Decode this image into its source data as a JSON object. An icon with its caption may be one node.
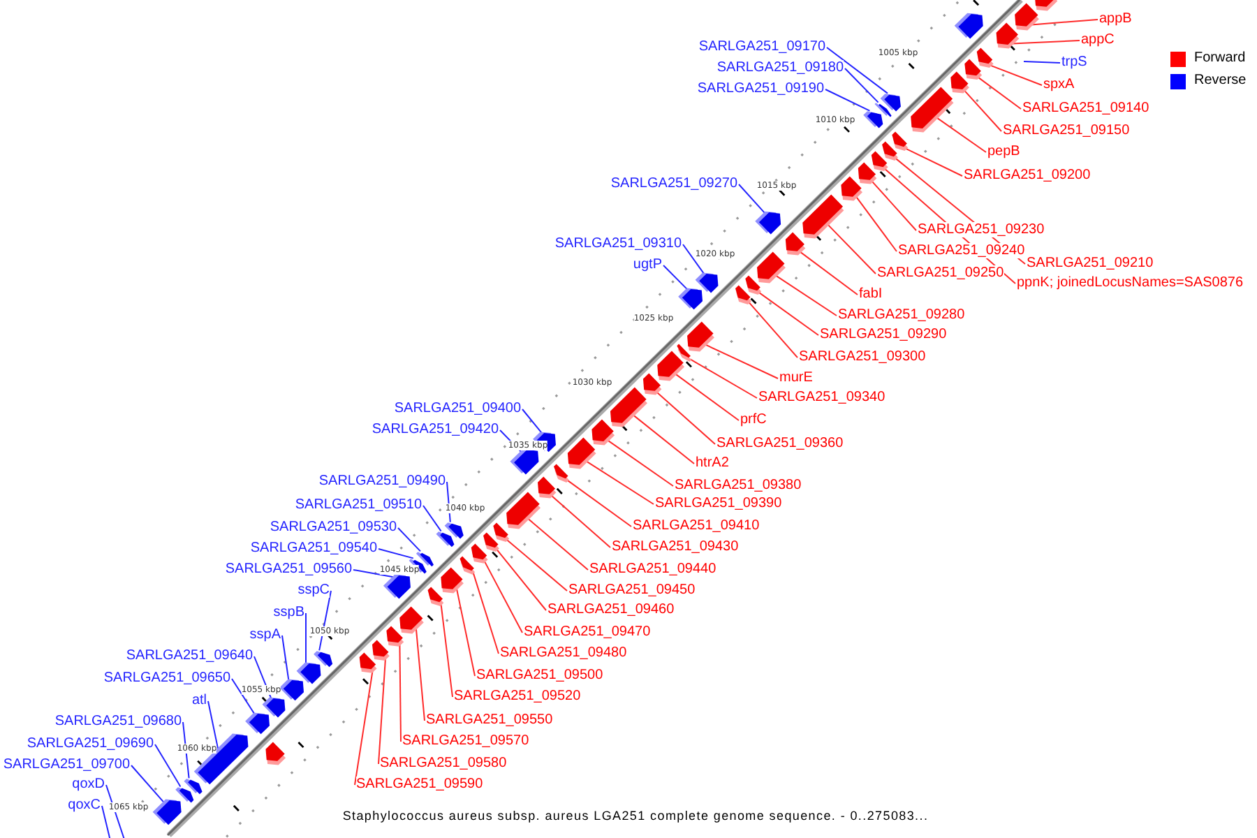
{
  "diagram": {
    "caption": "Staphylococcus aureus subsp. aureus LGA251 complete genome sequence. - 0..275083...",
    "nodes": [
      {
        "text": [
          "appB"
        ]
      },
      {
        "text": [
          "appC"
        ]
      },
      {
        "text": [
          "SARLGA251_09170"
        ]
      },
      {
        "text": [
          "trpS"
        ]
      },
      {
        "text": [
          "SARLGA251_09180"
        ]
      },
      {
        "text": [
          "spxA"
        ]
      },
      {
        "text": [
          "SARLGA251_09190"
        ]
      },
      {
        "text": [
          "SARLGA251_09140"
        ]
      },
      {
        "text": [
          "SARLGA251_09150"
        ]
      },
      {
        "text": [
          "pepB"
        ]
      },
      {
        "text": [
          "SARLGA251_09200"
        ]
      },
      {
        "text": [
          "SARLGA251_09270"
        ]
      },
      {
        "text": [
          "SARLGA251_09230"
        ]
      },
      {
        "text": [
          "SARLGA251_09310"
        ]
      },
      {
        "text": [
          "SARLGA251_09240"
        ]
      },
      {
        "text": [
          "SARLGA251_09210"
        ]
      },
      {
        "text": [
          "ugtP"
        ]
      },
      {
        "text": [
          "SARLGA251_09250"
        ]
      },
      {
        "text": [
          "ppnK; joinedLocusNames=SAS0876"
        ]
      },
      {
        "text": [
          "fabI"
        ]
      },
      {
        "text": [
          "SARLGA251_09280"
        ]
      },
      {
        "text": [
          "SARLGA251_09290"
        ]
      },
      {
        "text": [
          "SARLGA251_09300"
        ]
      },
      {
        "text": [
          "murE"
        ]
      },
      {
        "text": [
          "SARLGA251_09340"
        ]
      },
      {
        "text": [
          "SARLGA251_09400"
        ]
      },
      {
        "text": [
          "prfC"
        ]
      },
      {
        "text": [
          "SARLGA251_09420"
        ]
      },
      {
        "text": [
          "SARLGA251_09360"
        ]
      },
      {
        "text": [
          "htrA2"
        ]
      },
      {
        "text": [
          "SARLGA251_09490"
        ]
      },
      {
        "text": [
          "SARLGA251_09380"
        ]
      },
      {
        "text": [
          "SARLGA251_09390"
        ]
      },
      {
        "text": [
          "SARLGA251_09510"
        ]
      },
      {
        "text": [
          "SARLGA251_09410"
        ]
      },
      {
        "text": [
          "SARLGA251_09530"
        ]
      },
      {
        "text": [
          "SARLGA251_09430"
        ]
      },
      {
        "text": [
          "SARLGA251_09540"
        ]
      },
      {
        "text": [
          "SARLGA251_09440"
        ]
      },
      {
        "text": [
          "SARLGA251_09560"
        ]
      },
      {
        "text": [
          "SARLGA251_09450"
        ]
      },
      {
        "text": [
          "sspC"
        ]
      },
      {
        "text": [
          "SARLGA251_09460"
        ]
      },
      {
        "text": [
          "sspB"
        ]
      },
      {
        "text": [
          "SARLGA251_09470"
        ]
      },
      {
        "text": [
          "sspA"
        ]
      },
      {
        "text": [
          "SARLGA251_09480"
        ]
      },
      {
        "text": [
          "SARLGA251_09640"
        ]
      },
      {
        "text": [
          "SARLGA251_09500"
        ]
      },
      {
        "text": [
          "SARLGA251_09650"
        ]
      },
      {
        "text": [
          "SARLGA251_09520"
        ]
      },
      {
        "text": [
          "atl"
        ]
      },
      {
        "text": [
          "SARLGA251_09550"
        ]
      },
      {
        "text": [
          "SARLGA251_09680"
        ]
      },
      {
        "text": [
          "SARLGA251_09570"
        ]
      },
      {
        "text": [
          "SARLGA251_09690"
        ]
      },
      {
        "text": [
          "SARLGA251_09580"
        ]
      },
      {
        "text": [
          "SARLGA251_09700"
        ]
      },
      {
        "text": [
          "SARLGA251_09590"
        ]
      },
      {
        "text": [
          "qoxD"
        ]
      },
      {
        "text": [
          "qoxC"
        ]
      },
      {
        "text": [],
        "shape": "pentagon"
      },
      {
        "text": [],
        "shape": "pentagon"
      },
      {
        "text": [],
        "shape": "pentagon"
      },
      {
        "text": [],
        "shape": "pentagon"
      },
      {
        "text": [],
        "shape": "pentagon"
      },
      {
        "text": [],
        "shape": "pentagon"
      },
      {
        "text": [],
        "shape": "pentagon"
      },
      {
        "text": [],
        "shape": "pentagon"
      },
      {
        "text": [],
        "shape": "pentagon"
      },
      {
        "text": [],
        "shape": "pentagon"
      },
      {
        "text": [],
        "shape": "pentagon"
      },
      {
        "text": [],
        "shape": "pentagon"
      },
      {
        "text": [],
        "shape": "pentagon"
      },
      {
        "text": [],
        "shape": "pentagon"
      },
      {
        "text": [],
        "shape": "pentagon"
      },
      {
        "text": [],
        "shape": "pentagon"
      },
      {
        "text": [],
        "shape": "pentagon"
      },
      {
        "text": [],
        "shape": "pentagon"
      },
      {
        "text": [],
        "shape": "pentagon"
      },
      {
        "text": [],
        "shape": "pentagon"
      },
      {
        "text": [],
        "shape": "pentagon"
      },
      {
        "text": [],
        "shape": "pentagon"
      },
      {
        "text": [],
        "shape": "pentagon"
      },
      {
        "text": [],
        "shape": "pentagon"
      },
      {
        "text": [],
        "shape": "pentagon"
      },
      {
        "text": [],
        "shape": "pentagon"
      },
      {
        "text": [],
        "shape": "pentagon"
      },
      {
        "text": [],
        "shape": "pentagon"
      },
      {
        "text": [],
        "shape": "pentagon"
      },
      {
        "text": [],
        "shape": "pentagon"
      },
      {
        "text": [],
        "shape": "pentagon"
      },
      {
        "text": [],
        "shape": "pentagon"
      },
      {
        "text": [],
        "shape": "pentagon"
      },
      {
        "text": [],
        "shape": "pentagon"
      },
      {
        "text": [],
        "shape": "pentagon"
      },
      {
        "text": [],
        "shape": "pentagon"
      },
      {
        "text": [],
        "shape": "pentagon"
      },
      {
        "text": [],
        "shape": "pentagon"
      },
      {
        "text": [],
        "shape": "pentagon"
      },
      {
        "text": [],
        "shape": "pentagon"
      },
      {
        "text": [],
        "shape": "pentagon"
      },
      {
        "text": [],
        "shape": "pentagon"
      },
      {
        "text": [],
        "shape": "pentagon"
      },
      {
        "text": [],
        "shape": "pentagon"
      },
      {
        "text": [],
        "shape": "pentagon"
      },
      {
        "text": [],
        "shape": "pentagon"
      },
      {
        "text": [],
        "shape": "pentagon"
      },
      {
        "text": [],
        "shape": "pentagon"
      },
      {
        "text": [],
        "shape": "pentagon"
      },
      {
        "text": [],
        "shape": "pentagon"
      },
      {
        "text": [],
        "shape": "pentagon"
      },
      {
        "text": [],
        "shape": "pentagon"
      },
      {
        "text": [],
        "shape": "pentagon"
      },
      {
        "text": [],
        "shape": "pentagon"
      },
      {
        "text": [],
        "shape": "pentagon"
      },
      {
        "text": [],
        "shape": "pentagon"
      },
      {
        "text": [],
        "shape": "pentagon"
      },
      {
        "text": [],
        "shape": "pentagon"
      },
      {
        "text": [],
        "shape": "pentagon"
      },
      {
        "text": [],
        "shape": "pentagon"
      },
      {
        "text": [],
        "shape": "pentagon"
      }
    ],
    "edges": [
      {
        "from": 0,
        "to": 62,
        "arrow": "none"
      },
      {
        "from": 1,
        "to": 63,
        "arrow": "none"
      },
      {
        "from": 2,
        "to": 69,
        "arrow": "none",
        "color": "#2424ff"
      },
      {
        "from": 3,
        "to": null,
        "arrow": "none",
        "color": "#2424ff"
      },
      {
        "from": 4,
        "to": 70,
        "arrow": "none",
        "color": "#2424ff"
      },
      {
        "from": 5,
        "to": 65,
        "arrow": "none"
      },
      {
        "from": 6,
        "to": 71,
        "arrow": "none",
        "color": "#2424ff"
      },
      {
        "from": 7,
        "to": 66,
        "arrow": "none"
      },
      {
        "from": 8,
        "to": 67,
        "arrow": "none"
      },
      {
        "from": 9,
        "to": 68,
        "arrow": "none"
      },
      {
        "from": 10,
        "to": 72,
        "arrow": "none"
      },
      {
        "from": 11,
        "to": 78,
        "arrow": "none",
        "color": "#2424ff"
      },
      {
        "from": 12,
        "to": 75,
        "arrow": "none"
      },
      {
        "from": 13,
        "to": 83,
        "arrow": "none",
        "color": "#2424ff"
      },
      {
        "from": 14,
        "to": 76,
        "arrow": "none"
      },
      {
        "from": 15,
        "to": 73,
        "arrow": "none"
      },
      {
        "from": 16,
        "to": 84,
        "arrow": "none",
        "color": "#2424ff"
      },
      {
        "from": 17,
        "to": 77,
        "arrow": "none"
      },
      {
        "from": 18,
        "to": 74,
        "arrow": "none"
      },
      {
        "from": 19,
        "to": 79,
        "arrow": "none"
      },
      {
        "from": 20,
        "to": 80,
        "arrow": "none"
      },
      {
        "from": 21,
        "to": 81,
        "arrow": "none"
      },
      {
        "from": 22,
        "to": 82,
        "arrow": "none"
      },
      {
        "from": 23,
        "to": 85,
        "arrow": "none"
      },
      {
        "from": 24,
        "to": 86,
        "arrow": "none"
      },
      {
        "from": 25,
        "to": 92,
        "arrow": "none",
        "color": "#2424ff"
      },
      {
        "from": 26,
        "to": 87,
        "arrow": "none"
      },
      {
        "from": 27,
        "to": 94,
        "arrow": "none",
        "color": "#2424ff"
      },
      {
        "from": 28,
        "to": 88,
        "arrow": "none"
      },
      {
        "from": 29,
        "to": 89,
        "arrow": "none"
      },
      {
        "from": 30,
        "to": 99,
        "arrow": "none",
        "color": "#2424ff"
      },
      {
        "from": 31,
        "to": 90,
        "arrow": "none"
      },
      {
        "from": 32,
        "to": 91,
        "arrow": "none"
      },
      {
        "from": 33,
        "to": 101,
        "arrow": "none",
        "color": "#2424ff"
      },
      {
        "from": 34,
        "to": 93,
        "arrow": "none"
      },
      {
        "from": 35,
        "to": 104,
        "arrow": "none",
        "color": "#2424ff"
      },
      {
        "from": 36,
        "to": 95,
        "arrow": "none"
      },
      {
        "from": 37,
        "to": 105,
        "arrow": "none",
        "color": "#2424ff"
      },
      {
        "from": 38,
        "to": 96,
        "arrow": "none"
      },
      {
        "from": 39,
        "to": 107,
        "arrow": "none",
        "color": "#2424ff"
      },
      {
        "from": 40,
        "to": 97,
        "arrow": "none"
      },
      {
        "from": 41,
        "to": 112,
        "arrow": "none",
        "color": "#2424ff"
      },
      {
        "from": 42,
        "to": 98,
        "arrow": "none"
      },
      {
        "from": 43,
        "to": 113,
        "arrow": "none",
        "color": "#2424ff"
      },
      {
        "from": 44,
        "to": 100,
        "arrow": "none"
      },
      {
        "from": 45,
        "to": 114,
        "arrow": "none",
        "color": "#2424ff"
      },
      {
        "from": 46,
        "to": 102,
        "arrow": "none"
      },
      {
        "from": 47,
        "to": 115,
        "arrow": "none",
        "color": "#2424ff"
      },
      {
        "from": 48,
        "to": 103,
        "arrow": "none"
      },
      {
        "from": 49,
        "to": 116,
        "arrow": "none",
        "color": "#2424ff"
      },
      {
        "from": 50,
        "to": 106,
        "arrow": "none"
      },
      {
        "from": 51,
        "to": 118,
        "arrow": "none",
        "color": "#2424ff"
      },
      {
        "from": 52,
        "to": 108,
        "arrow": "none"
      },
      {
        "from": 53,
        "to": 119,
        "arrow": "none",
        "color": "#2424ff"
      },
      {
        "from": 54,
        "to": 109,
        "arrow": "none"
      },
      {
        "from": 55,
        "to": 120,
        "arrow": "none",
        "color": "#2424ff"
      },
      {
        "from": 56,
        "to": 110,
        "arrow": "none"
      },
      {
        "from": 57,
        "to": 121,
        "arrow": "none",
        "color": "#2424ff"
      },
      {
        "from": 58,
        "to": 111,
        "arrow": "none"
      },
      {
        "from": 59,
        "to": null,
        "arrow": "none",
        "color": "#2424ff"
      },
      {
        "from": 60,
        "to": null,
        "arrow": "none",
        "color": "#2424ff"
      }
    ],
    "labels": [
      "1005 kbp",
      "1010 kbp",
      "1015 kbp",
      "1020 kbp",
      "1025 kbp",
      "1030 kbp",
      "1035 kbp",
      "1040 kbp",
      "1045 kbp",
      "1050 kbp",
      "1055 kbp",
      "1060 kbp",
      "1065 kbp"
    ],
    "legend": [
      {
        "text": "Forward",
        "color": "#ff0000"
      },
      {
        "text": "Reverse",
        "color": "#0000ff"
      }
    ]
  }
}
